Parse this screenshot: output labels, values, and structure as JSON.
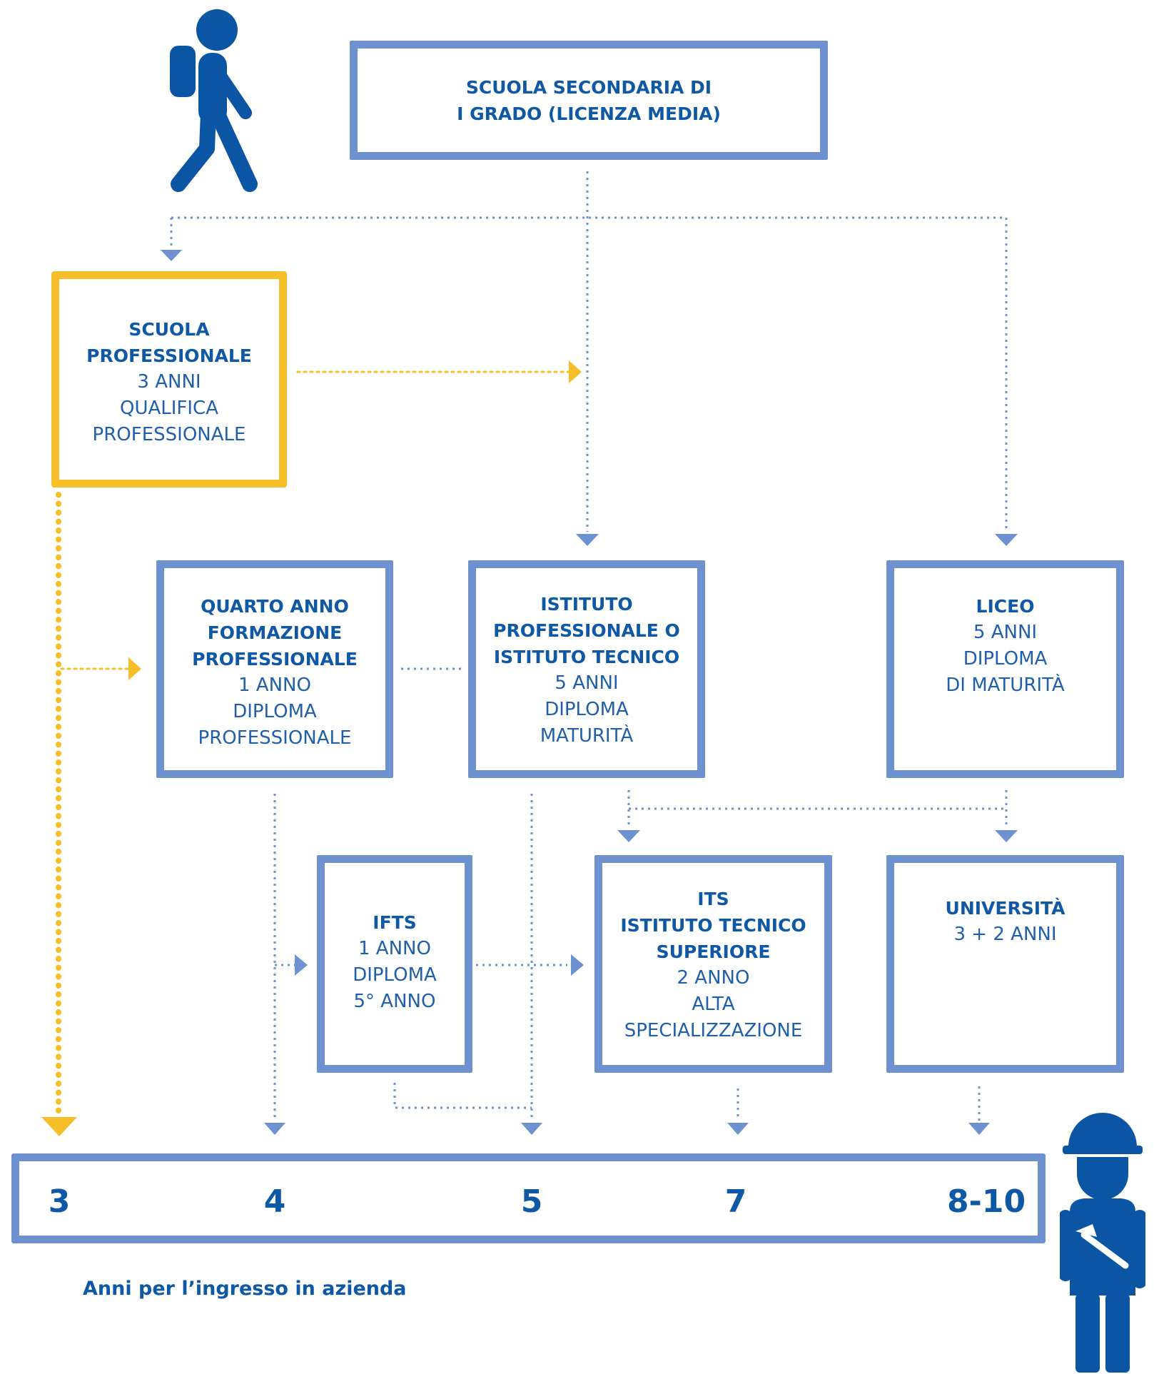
{
  "boxes": {
    "secondary": {
      "title": "SCUOLA SECONDARIA DI\nI GRADO (LICENZA MEDIA)"
    },
    "vocational": {
      "title": "SCUOLA\nPROFESSIONALE",
      "body": "3 ANNI\nQUALIFICA\nPROFESSIONALE"
    },
    "fourth_year": {
      "title": "QUARTO ANNO\nFORMAZIONE\nPROFESSIONALE",
      "body": "1 ANNO\nDIPLOMA\nPROFESSIONALE"
    },
    "institute": {
      "title": "ISTITUTO\nPROFESSIONALE O\nISTITUTO TECNICO",
      "body": "5 ANNI\nDIPLOMA\nMATURITÀ"
    },
    "liceo": {
      "title": "LICEO",
      "body": "5 ANNI\nDIPLOMA\nDI MATURITÀ"
    },
    "ifts": {
      "title": "IFTS",
      "body": "1 ANNO\nDIPLOMA\n5° ANNO"
    },
    "its": {
      "title": "ITS\nISTITUTO TECNICO\nSUPERIORE",
      "body": "2 ANNO\nALTA\nSPECIALIZZAZIONE"
    },
    "university": {
      "title": "UNIVERSITÀ",
      "body": "3 + 2 ANNI"
    }
  },
  "timeline": {
    "years": [
      "3",
      "4",
      "5",
      "7",
      "8-10"
    ],
    "caption": "Anni per l’ingresso in azienda"
  },
  "colors": {
    "blue_border": "#6d92cf",
    "yellow_border": "#f6bf2a",
    "text_blue": "#0f58a6",
    "icon_blue": "#0b56a4"
  },
  "icons": {
    "start": "walking-student-icon",
    "end": "construction-worker-icon"
  }
}
